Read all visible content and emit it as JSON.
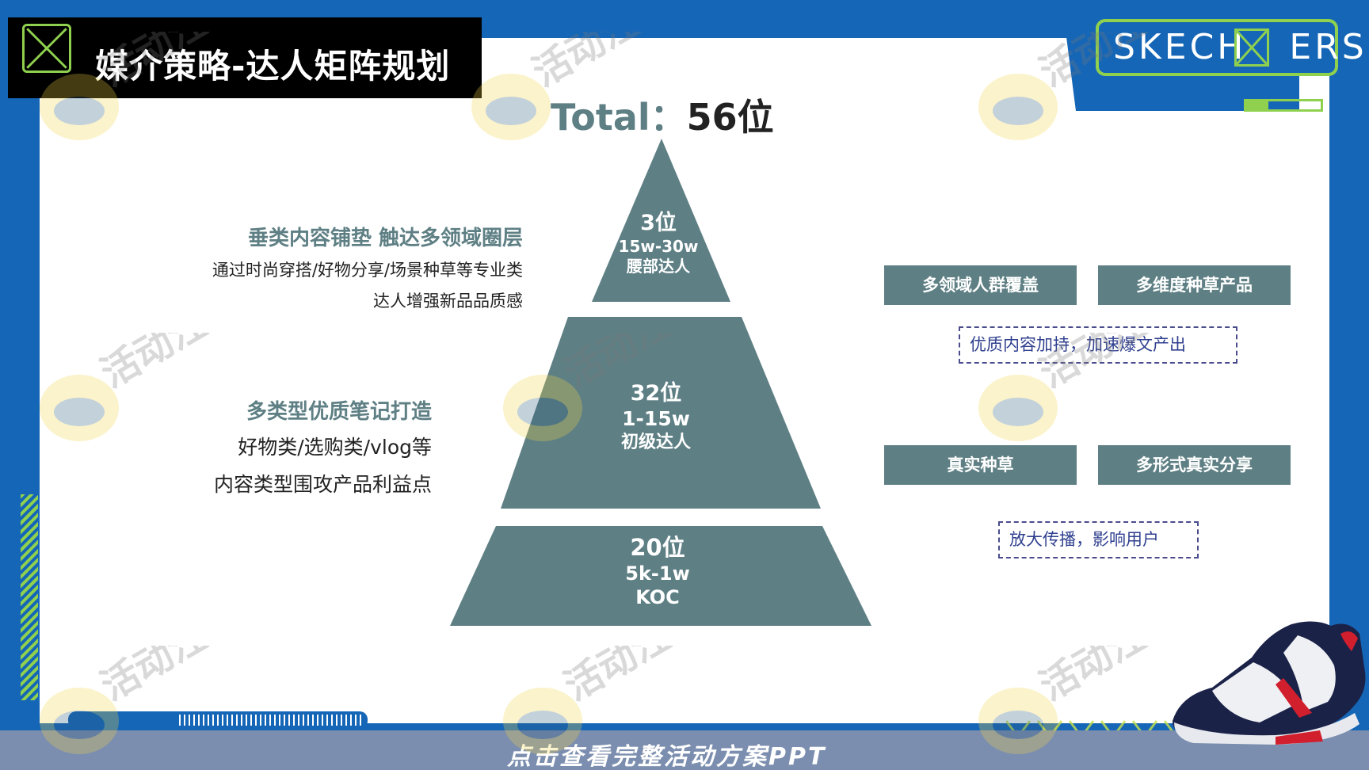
{
  "header": {
    "title": "媒介策略-达人矩阵规划"
  },
  "brand": {
    "left": "SKECH",
    "right": "ERS"
  },
  "total": {
    "label": "Total：",
    "value": "56位"
  },
  "tiers": [
    {
      "count": "3位",
      "range": "15w-30w",
      "level": "腰部达人"
    },
    {
      "count": "32位",
      "range": "1-15w",
      "level": "初级达人"
    },
    {
      "count": "20位",
      "range": "5k-1w",
      "level": "KOC"
    }
  ],
  "left_blocks": [
    {
      "heading": "垂类内容铺垫 触达多领域圈层",
      "lines": [
        "通过时尚穿搭/好物分享/场景种草等专业类",
        "达人增强新品品质感"
      ]
    },
    {
      "heading": "多类型优质笔记打造",
      "lines": [
        "好物类/选购类/vlog等",
        "内容类型围攻产品利益点"
      ]
    }
  ],
  "right_groups": [
    {
      "tags": [
        "多领域人群覆盖",
        "多维度种草产品"
      ],
      "note": "优质内容加持，加速爆文产出"
    },
    {
      "tags": [
        "真实种草",
        "多形式真实分享"
      ],
      "note": "放大传播，影响用户"
    }
  ],
  "footer": {
    "cta": "点击查看完整活动方案PPT"
  },
  "watermark": {
    "text": "活动汪"
  },
  "progress": {
    "fraction": 0.3
  },
  "colors": {
    "accent_green": "#8fd14f",
    "primary_blue": "#1566b6",
    "slate": "#5e7f84",
    "dash_purple": "#4a4c8c"
  }
}
